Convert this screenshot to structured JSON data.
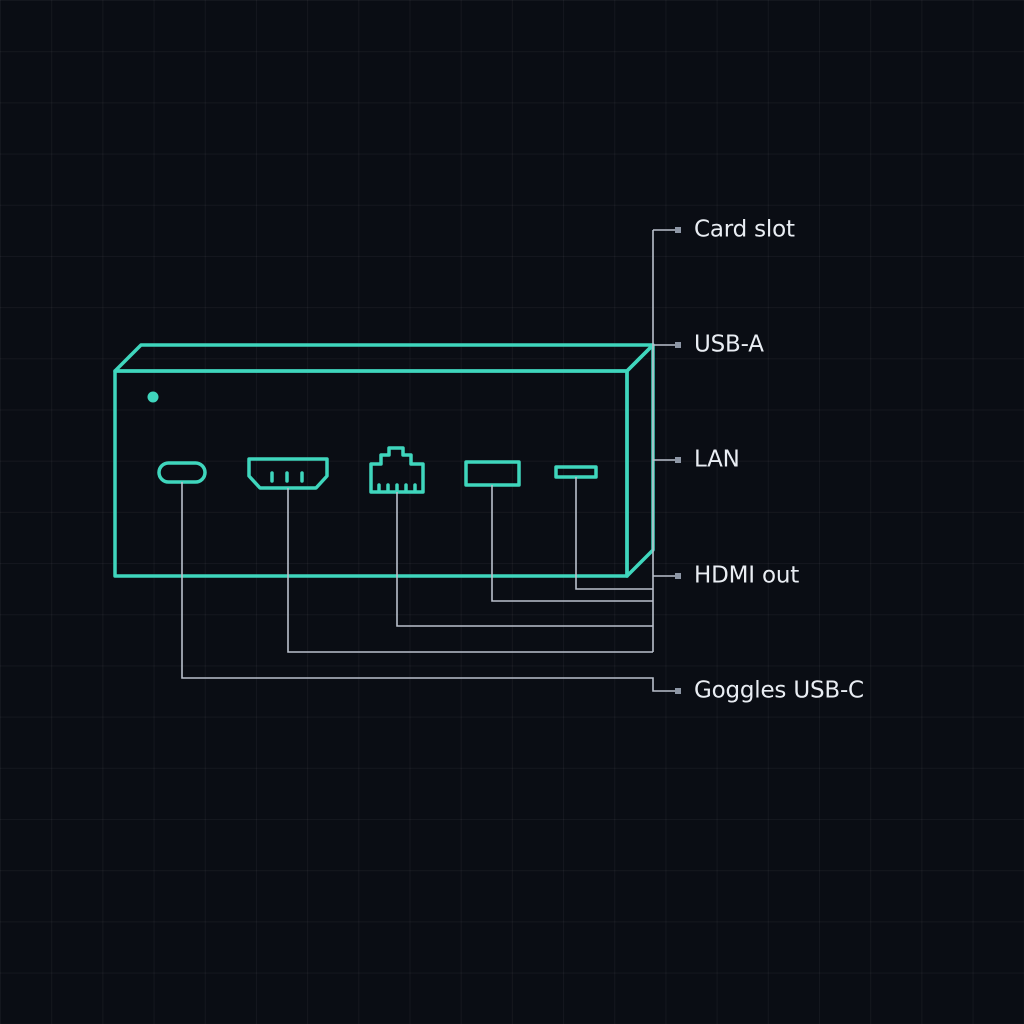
{
  "colors": {
    "background": "#0a0d14",
    "device_outline": "#3fd6bd",
    "leader_line": "#b9c0cc",
    "label_text": "#e9edf3",
    "marker": "#8d96a5"
  },
  "callouts": [
    {
      "id": "card-slot",
      "label": "Card slot"
    },
    {
      "id": "usb-a",
      "label": "USB-A"
    },
    {
      "id": "lan",
      "label": "LAN"
    },
    {
      "id": "hdmi-out",
      "label": "HDMI out"
    },
    {
      "id": "goggles-usb-c",
      "label": "Goggles USB-C"
    }
  ],
  "device": {
    "ports": [
      "usb-c-port-icon",
      "hdmi-port-icon",
      "lan-port-icon",
      "usb-a-port-icon",
      "card-slot-icon"
    ],
    "indicator": "power-led-icon"
  }
}
